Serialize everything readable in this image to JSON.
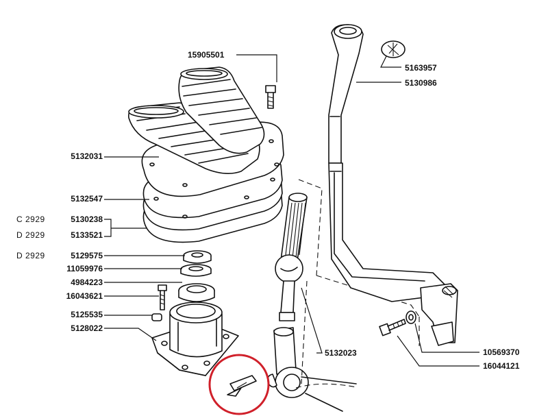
{
  "parts": {
    "p15905501": "15905501",
    "p5132031": "5132031",
    "p5132547": "5132547",
    "p5130238": "5130238",
    "p5133521": "5133521",
    "p5129575": "5129575",
    "p11059976": "11059976",
    "p4984223": "4984223",
    "p16043621": "16043621",
    "p5125535": "5125535",
    "p5128022": "5128022",
    "p5163957": "5163957",
    "p5130986": "5130986",
    "p5132023": "5132023",
    "p10569370": "10569370",
    "p16044121": "16044121"
  },
  "prefixes": {
    "c2929": "C 2929",
    "d2929_a": "D 2929",
    "d2929_b": "D 2929"
  },
  "highlight_color": "#d0202a"
}
